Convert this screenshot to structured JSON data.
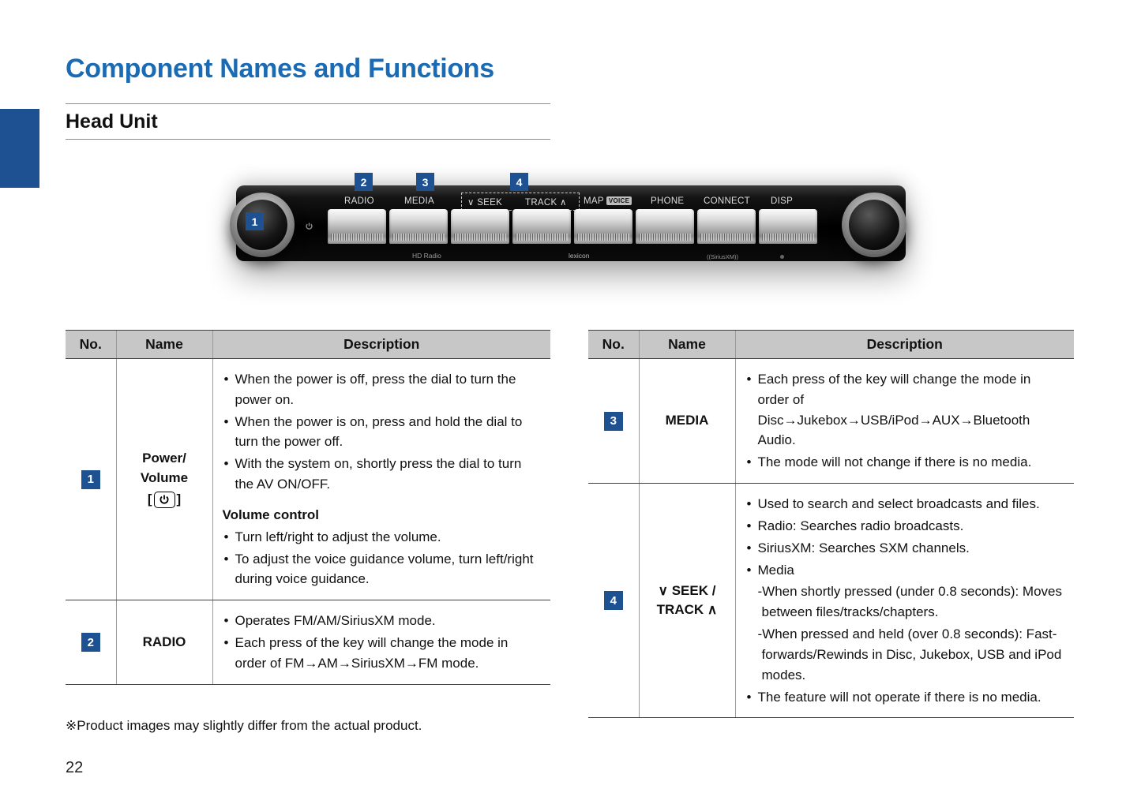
{
  "page": {
    "title": "Component Names and Functions",
    "section": "Head Unit",
    "footnote": "※Product images may slightly differ from the actual product.",
    "page_number": "22"
  },
  "colors": {
    "accent_blue": "#1a6ab4",
    "callout_blue": "#1d5191",
    "header_gray": "#c7c7c7"
  },
  "icons": {
    "power": "power-symbol",
    "seek_chevron": "∨",
    "track_chevron": "∧"
  },
  "head_unit": {
    "labels": {
      "radio": "RADIO",
      "media": "MEDIA",
      "seek": "∨ SEEK",
      "track": "TRACK ∧",
      "map": "MAP",
      "voice": "VOICE",
      "phone": "PHONE",
      "connect": "CONNECT",
      "disp": "DISP"
    },
    "branding": {
      "hd_radio": "HD Radio",
      "lexicon": "lexicon",
      "siriusxm": "((SiriusXM))"
    },
    "callouts": {
      "c1": "1",
      "c2": "2",
      "c3": "3",
      "c4": "4"
    }
  },
  "table": {
    "headers": {
      "no": "No.",
      "name": "Name",
      "desc": "Description"
    },
    "power": {
      "no": "1",
      "name_line1": "Power/",
      "name_line2": "Volume",
      "bracket_open": "[",
      "bracket_close": "]",
      "bullets": [
        "When the power is off, press the dial to turn the power on.",
        "When the power is on, press and hold the dial to turn the power off.",
        "With the system on, shortly press the dial to turn the AV ON/OFF."
      ],
      "subheading": "Volume control",
      "sub_bullets": [
        "Turn left/right to adjust the volume.",
        "To adjust the voice guidance volume, turn left/right during voice guidance."
      ]
    },
    "radio": {
      "no": "2",
      "name": "RADIO",
      "bullets": [
        "Operates FM/AM/SiriusXM mode.",
        "Each press of the key will change the mode in order of FM→AM→SiriusXM→FM mode."
      ]
    },
    "media": {
      "no": "3",
      "name": "MEDIA",
      "bullets": [
        "Each press of the key will change the mode in order of Disc→Jukebox→USB/iPod→AUX→Bluetooth Audio.",
        "The mode will not change if there is no media."
      ]
    },
    "seek": {
      "no": "4",
      "name_line1": "∨ SEEK /",
      "name_line2": "TRACK ∧",
      "bullets": [
        "Used to search and select broadcasts and files.",
        "Radio: Searches radio broadcasts.",
        "SiriusXM: Searches SXM channels.",
        "Media"
      ],
      "media_sublines": [
        "-When shortly pressed (under 0.8 seconds): Moves between files/tracks/chapters.",
        "-When pressed and held (over 0.8 seconds): Fast-forwards/Rewinds in Disc, Jukebox, USB and iPod modes."
      ],
      "final_bullets": [
        "The feature will not operate if there is no media."
      ]
    }
  }
}
